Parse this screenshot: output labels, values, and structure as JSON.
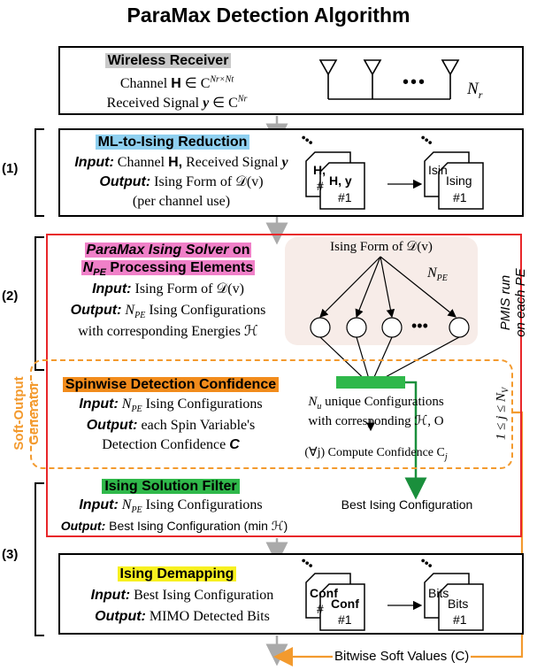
{
  "title": "ParaMax Detection Algorithm",
  "receiver": {
    "heading": "Wireless Receiver",
    "channel_prefix": "Channel ",
    "channel_H": "H",
    "channel_math": " ∈ C",
    "channel_sup": "Nr×Nt",
    "signal_prefix": "Received Signal ",
    "signal_y": "y",
    "signal_math": " ∈ C",
    "signal_sup": "Nr",
    "antenna_dots": "•••",
    "antenna_label": "N",
    "antenna_sub": "r"
  },
  "step_labels": [
    "(1)",
    "(2)",
    "(3)"
  ],
  "ml_to_ising": {
    "heading": "ML-to-Ising Reduction",
    "input_label": "Input:",
    "input_text": " Channel ",
    "input_H": "H,",
    "input_text2": " Received Signal ",
    "input_y": "y",
    "output_label": "Output:",
    "output_text": " Ising Form of 𝒟(v)",
    "note": "(per channel use)",
    "card_front_top": "H, y",
    "card_front_bottom": "#1",
    "card_back_top": "H,",
    "card_back_bottom": "#",
    "card2_front_top": "Ising",
    "card2_front_bottom": "#1",
    "card2_back": "Isin",
    "dots": "•••"
  },
  "solver": {
    "heading_em": "ParaMax Ising Solver",
    "heading_rest": " on",
    "heading_line2": "N",
    "heading_line2_sub": "PE",
    "heading_line2_rest": " Processing Elements",
    "input_label": "Input:",
    "input_text": " Ising Form of 𝒟(v)",
    "output_label": "Output:",
    "output_n": " N",
    "output_n_sub": "PE",
    "output_text": "  Ising Configurations",
    "output_line2": "with corresponding Energies ℋ",
    "graph_title": "Ising Form of 𝒟(v)",
    "graph_npe": "N",
    "graph_npe_sub": "PE",
    "graph_dots": "•••",
    "side_label_1": "PMIS run",
    "side_label_2": "on each PE"
  },
  "soft_output": {
    "side_label_1": "Soft-Output",
    "side_label_2": "Generator",
    "heading": "Spinwise Detection Confidence",
    "input_label": "Input:",
    "input_n": " N",
    "input_n_sub": "PE",
    "input_text": "  Ising Configurations",
    "output_label": "Output:",
    "output_text": " each Spin Variable's",
    "output_line2": "Detection Confidence ",
    "output_c": "C",
    "unique_line1_n": "N",
    "unique_line1_sub": "u",
    "unique_line1": " unique Configurations",
    "unique_line2": "with corresponding ℋ, O",
    "compute": "(∀j) Compute Confidence C",
    "compute_sub": "j",
    "range_label": "1 ≤ j ≤ N",
    "range_sub": "V"
  },
  "filter": {
    "heading": "Ising Solution Filter",
    "input_label": "Input:",
    "input_n": " N",
    "input_n_sub": "PE",
    "input_text": "  Ising Configurations",
    "output_label": "Output:",
    "output_text": " Best Ising Configuration (min ℋ)",
    "best": "Best Ising Configuration"
  },
  "demapping": {
    "heading": "Ising Demapping",
    "input_label": "Input:",
    "input_text": " Best Ising Configuration",
    "output_label": "Output:",
    "output_text": "  MIMO Detected Bits",
    "card_front_top": "Conf",
    "card_front_bottom": "#1",
    "card_back_top": "Conf",
    "card_back_bottom": "#",
    "card2_front_top": "Bits",
    "card2_front_bottom": "#1",
    "card2_back": "Bits",
    "dots": "•••"
  },
  "soft_values": "Bitwise Soft Values (C)",
  "colors": {
    "receiver_hl": "#c8c8c8",
    "ml_hl": "#8fd0f0",
    "solver_hl": "#f080c8",
    "soft_hl": "#f28c1c",
    "filter_hl": "#2fb84a",
    "demap_hl": "#f7f020",
    "red_frame": "#e8262a",
    "orange_dash": "#f39a2e",
    "green_arrow": "#1a8f3c",
    "gray_arrow": "#aaaaaa",
    "graph_bg": "#f7ece8"
  }
}
